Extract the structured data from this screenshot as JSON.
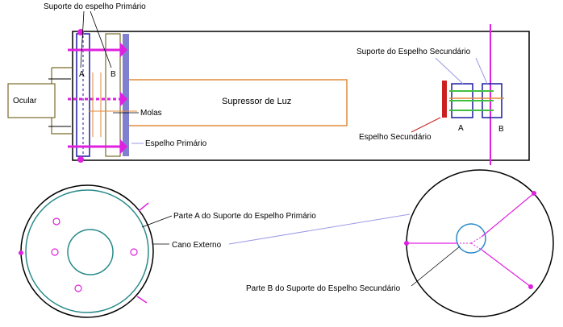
{
  "labels": {
    "suporte_primario": "Suporte do espelho Primário",
    "part_a_top": "A",
    "part_b_top": "B",
    "ocular": "Ocular",
    "supressor": "Supressor de Luz",
    "molas": "Molas",
    "espelho_primario": "Espelho Primário",
    "suporte_secundario": "Suporte do Espelho Secundário",
    "espelho_secundario": "Espelho Secundário",
    "part_a_sec": "A",
    "part_b_sec": "B",
    "parte_a_suporte_primario": "Parte A do Suporte do Espelho Primário",
    "cano_externo": "Cano Externo",
    "parte_b_suporte_secundario": "Parte B do Suporte do Espelho Secundário"
  },
  "colors": {
    "outline": "#000000",
    "magenta": "#e020e0",
    "blue": "#1a1aa0",
    "orange": "#e08a3a",
    "olive": "#7a6a2a",
    "teal": "#2a8a8a",
    "mirror_purple": "#8080d0",
    "red": "#cc2020",
    "green": "#40c040",
    "leader": "#9a9ae8"
  }
}
